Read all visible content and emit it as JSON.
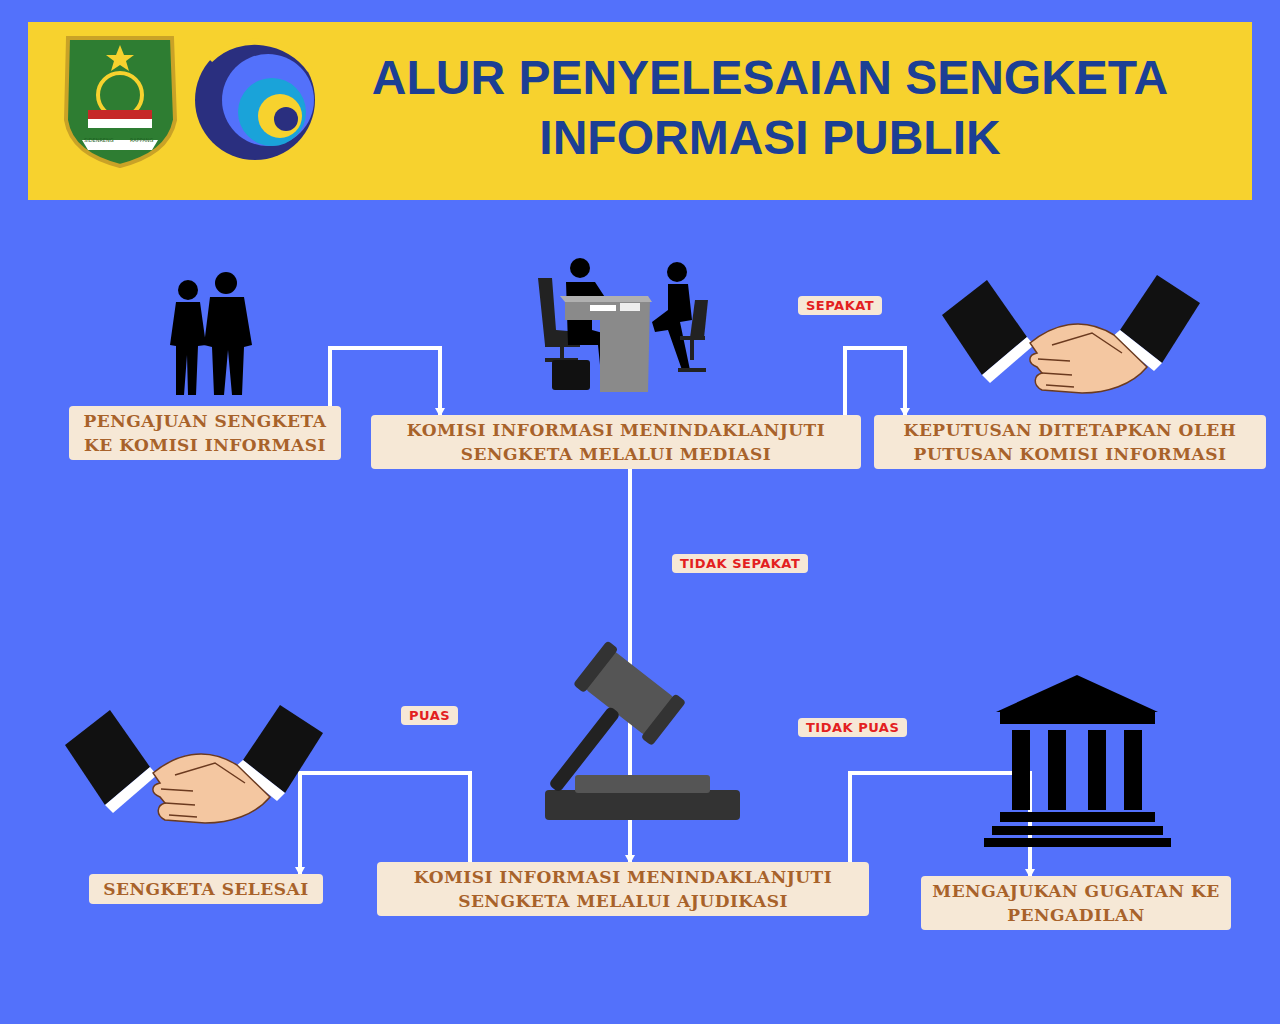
{
  "diagram": {
    "title": "ALUR PENYELESAIAN SENGKETA INFORMASI PUBLIK",
    "nodes": [
      {
        "text": [
          "PENGAJUAN SENGKETA KE KOMISI INFORMASI"
        ]
      },
      {
        "text": [
          "KOMISI INFORMASI MENINDAKLANJUTI SENGKETA MELALUI MEDIASI"
        ]
      },
      {
        "text": [
          "KEPUTUSAN DITETAPKAN OLEH PUTUSAN KOMISI INFORMASI"
        ]
      },
      {
        "text": [
          "SENGKETA SELESAI"
        ]
      },
      {
        "text": [
          "KOMISI INFORMASI MENINDAKLANJUTI SENGKETA MELALUI AJUDIKASI"
        ]
      },
      {
        "text": [
          "MENGAJUKAN GUGATAN KE PENGADILAN"
        ]
      }
    ],
    "edges": [
      {
        "from": 0,
        "to": 1,
        "arrow": "to"
      },
      {
        "from": 1,
        "to": 2,
        "label": "SEPAKAT",
        "arrow": "to"
      },
      {
        "from": 1,
        "to": 4,
        "label": "TIDAK SEPAKAT",
        "arrow": "to"
      },
      {
        "from": 4,
        "to": 3,
        "label": "PUAS",
        "arrow": "to"
      },
      {
        "from": 4,
        "to": 5,
        "label": "TIDAK PUAS",
        "arrow": "to"
      }
    ],
    "labels": [
      "SIDENRENG",
      "RAPPANG"
    ]
  }
}
